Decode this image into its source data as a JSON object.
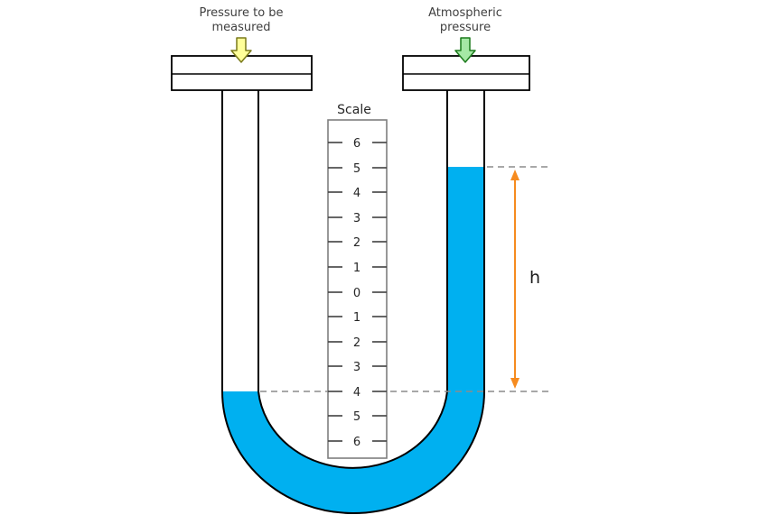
{
  "labels": {
    "left_pressure_line1": "Pressure to be",
    "left_pressure_line2": "measured",
    "right_pressure_line1": "Atmospheric",
    "right_pressure_line2": "pressure",
    "scale_title": "Scale",
    "height_label": "h"
  },
  "scale": {
    "labels": [
      "6",
      "5",
      "4",
      "3",
      "2",
      "1",
      "0",
      "1",
      "2",
      "3",
      "4",
      "5",
      "6"
    ]
  },
  "colors": {
    "liquid": "#00B0F0",
    "outline": "#000000",
    "cap_fill": "#ffffff",
    "yellow_arrow_fill": "#FFFF99",
    "yellow_arrow_stroke": "#7a7a1a",
    "green_arrow_fill": "#A5E8A5",
    "green_arrow_stroke": "#1B7A1B",
    "orange": "#F68B1F",
    "dashed_line": "#8C8C8C",
    "scale_border": "#7f7f7f",
    "tick": "#404040"
  }
}
